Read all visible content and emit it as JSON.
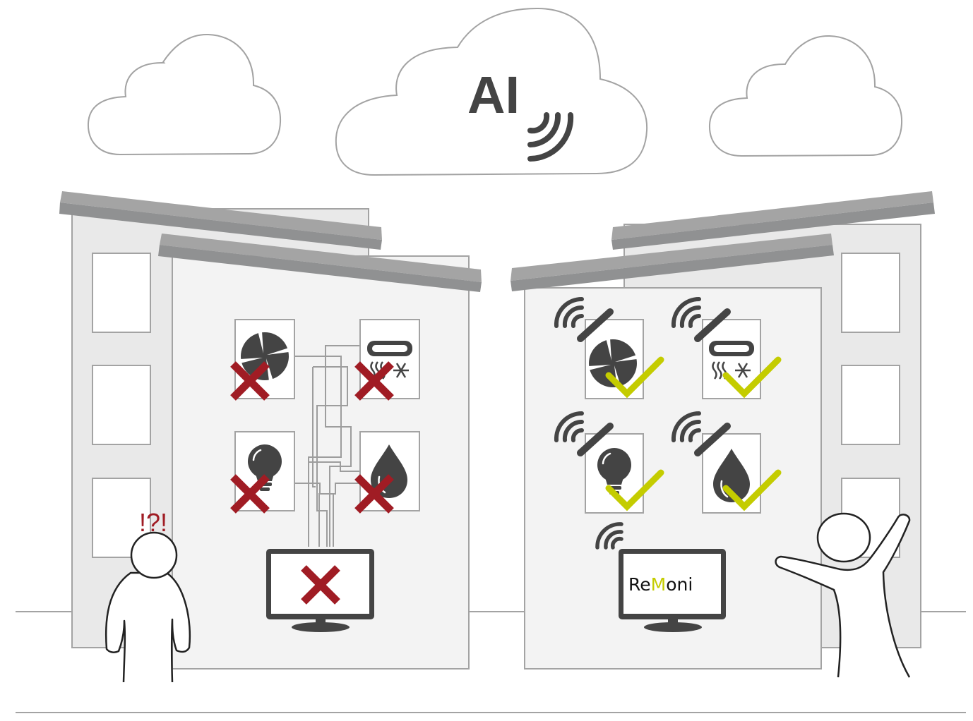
{
  "scene": {
    "title": "AI-based remote monitoring vs. legacy wired building systems",
    "colors": {
      "fail": "#a01c24",
      "ok": "#c4cc00",
      "icon": "#444444",
      "outline": "#a3a3a3",
      "roof": "#a4a4a4",
      "roof_shadow": "#909192"
    }
  },
  "cloud": {
    "label": "AI",
    "icon": "wireless-signal-icon"
  },
  "left_building": {
    "status": "fail",
    "devices": [
      {
        "name": "ventilation",
        "icon": "fan-icon",
        "status_icon": "x-mark-icon"
      },
      {
        "name": "climate",
        "icon": "heating-cooling-icon",
        "status_icon": "x-mark-icon"
      },
      {
        "name": "lighting",
        "icon": "light-bulb-icon",
        "status_icon": "x-mark-icon"
      },
      {
        "name": "water",
        "icon": "water-drop-icon",
        "status_icon": "x-mark-icon"
      }
    ],
    "monitor": {
      "status_icon": "x-mark-icon"
    },
    "person": {
      "reaction": "!?!"
    }
  },
  "right_building": {
    "status": "ok",
    "devices": [
      {
        "name": "ventilation",
        "icon": "fan-icon",
        "status_icon": "check-mark-icon",
        "sensor": "wireless-sensor-icon"
      },
      {
        "name": "climate",
        "icon": "heating-cooling-icon",
        "status_icon": "check-mark-icon",
        "sensor": "wireless-sensor-icon"
      },
      {
        "name": "lighting",
        "icon": "light-bulb-icon",
        "status_icon": "check-mark-icon",
        "sensor": "wireless-sensor-icon"
      },
      {
        "name": "water",
        "icon": "water-drop-icon",
        "status_icon": "check-mark-icon",
        "sensor": "wireless-sensor-icon"
      }
    ],
    "monitor": {
      "brand_part1": "Re",
      "brand_part2": "M",
      "brand_part3": "oni"
    },
    "person": {
      "reaction": "cheering"
    }
  }
}
